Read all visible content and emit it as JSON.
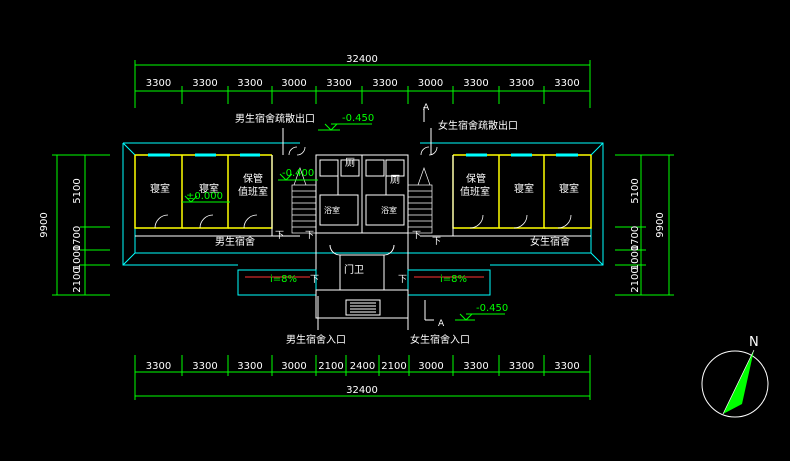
{
  "dimensions": {
    "top_total": "32400",
    "top_segments": [
      "3300",
      "3300",
      "3300",
      "3000",
      "3300",
      "3300",
      "3000",
      "3300",
      "3300",
      "3300"
    ],
    "bottom_total": "32400",
    "bottom_segments": [
      "3300",
      "3300",
      "3300",
      "3000",
      "2100",
      "2400",
      "2100",
      "3000",
      "3300",
      "3300",
      "3300"
    ],
    "left_total": "9900",
    "left_segments": [
      "5100",
      "1700",
      "1000",
      "2100"
    ],
    "right_total": "9900",
    "right_segments": [
      "5100",
      "1700",
      "1000",
      "2100"
    ]
  },
  "labels": {
    "male_evacuation_exit": "男生宿舍疏散出口",
    "female_evacuation_exit": "女生宿舍疏散出口",
    "male_entrance": "男生宿舍入口",
    "female_entrance": "女生宿舍入口",
    "male_dorm": "男生宿舍",
    "female_dorm": "女生宿舍",
    "gate_guard": "门卫",
    "bedroom": "寝室",
    "duty_room_1": "保管",
    "duty_room_2": "值班室",
    "toilet": "厕",
    "bath": "浴室",
    "slope_left": "i=8%",
    "slope_right": "i=8%",
    "section_mark": "A",
    "down_mark": "下",
    "north": "N"
  },
  "elevations": {
    "top": "-0.450",
    "bottom": "-0.450",
    "hall": "-0.400",
    "floor": "±0.000"
  }
}
